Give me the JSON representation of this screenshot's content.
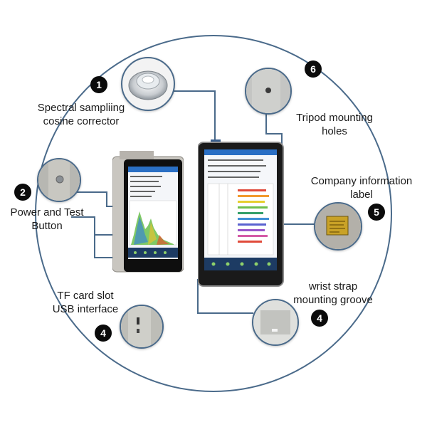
{
  "callouts": [
    {
      "number": "1",
      "lines": [
        "Spectral sampliing",
        "cosine corrector"
      ]
    },
    {
      "number": "2",
      "lines": [
        "Power and Test",
        "Button"
      ]
    },
    {
      "number": "4",
      "lines": [
        "TF card slot",
        "USB interface"
      ]
    },
    {
      "number": "6",
      "lines": [
        "Tripod mounting",
        "holes"
      ]
    },
    {
      "number": "5",
      "lines": [
        "Company information",
        "label"
      ]
    },
    {
      "number": "4",
      "lines": [
        "wrist strap",
        "mounting groove"
      ]
    }
  ],
  "colors": {
    "line": "#4a6a8a",
    "badge": "#0b0b0b",
    "screen_header": "#2a6fc4",
    "device_body": "#c9c6c0"
  },
  "icons": [
    "cosine-corrector-icon",
    "power-button-icon",
    "tf-card-slot-icon",
    "tripod-hole-icon",
    "company-label-icon",
    "wrist-strap-groove-icon"
  ]
}
